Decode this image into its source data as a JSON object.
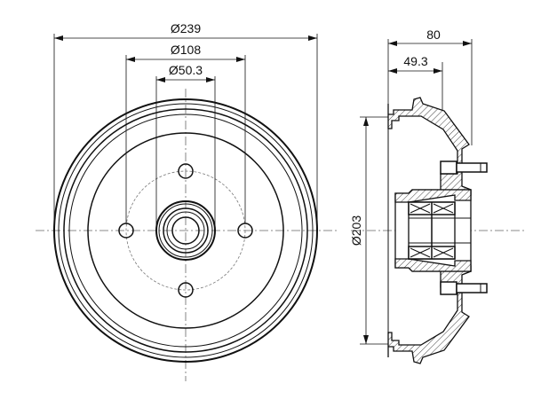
{
  "drawing": {
    "dimensions": {
      "outer_diameter": "Ø239",
      "bolt_circle": "Ø108",
      "center_bore": "Ø50.3",
      "total_height": "80",
      "flange_height": "49.3",
      "drum_inner_diameter": "Ø203"
    }
  }
}
